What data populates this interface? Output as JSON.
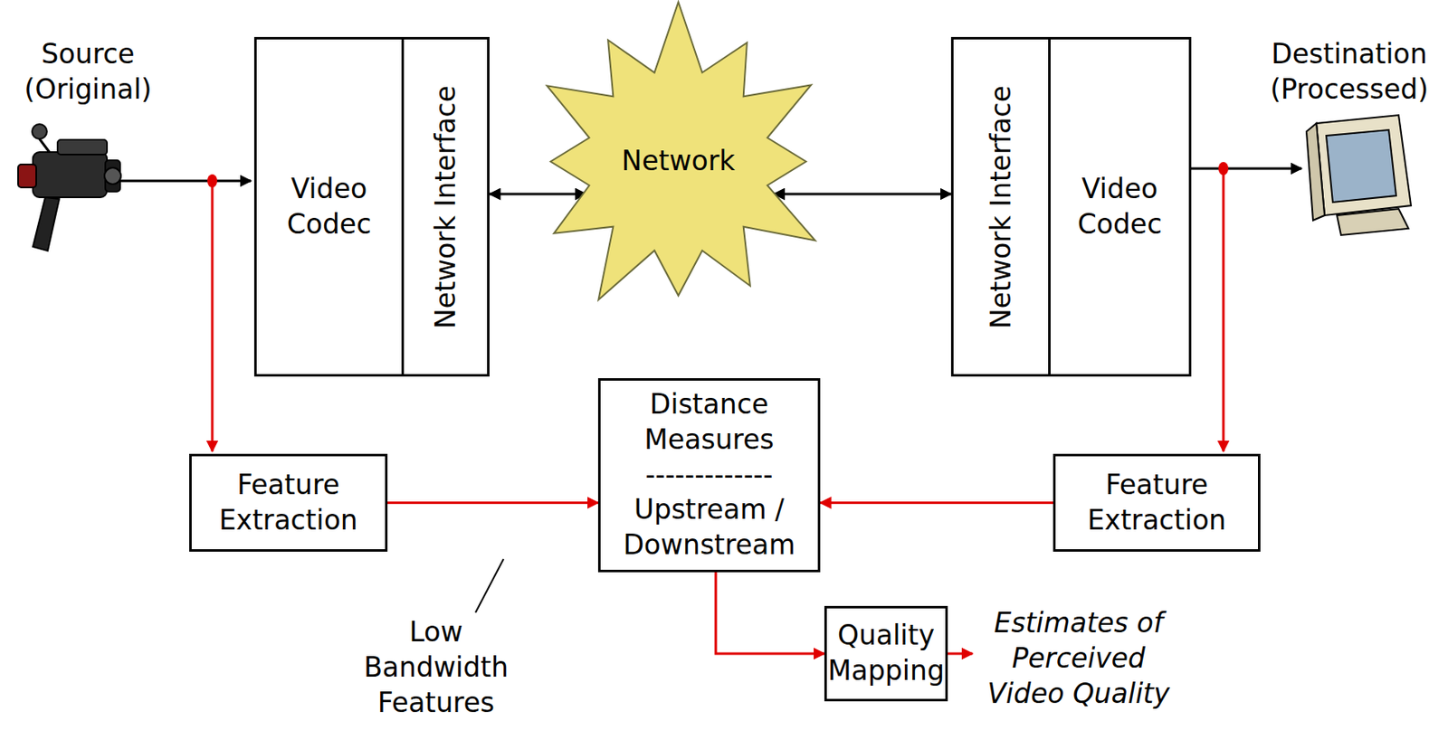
{
  "diagram": {
    "nodes": [
      {
        "text": [
          "Video Codec"
        ]
      },
      {
        "text": [
          "Network Interface"
        ]
      },
      {
        "text": [
          "Network"
        ]
      },
      {
        "text": [
          "Network Interface"
        ]
      },
      {
        "text": [
          "Video Codec"
        ]
      },
      {
        "text": [
          "Feature Extraction"
        ]
      },
      {
        "text": [
          "Distance Measures",
          "-------------",
          "Upstream / Downstream"
        ]
      },
      {
        "text": [
          "Feature Extraction"
        ]
      },
      {
        "text": [
          "Quality Mapping"
        ]
      }
    ],
    "edges": [
      {
        "from": 1,
        "to": 2,
        "arrow": "both"
      },
      {
        "from": 2,
        "to": 3,
        "arrow": "both"
      },
      {
        "from": 5,
        "to": 6,
        "arrow": "to"
      },
      {
        "from": 7,
        "to": 6,
        "arrow": "to"
      },
      {
        "from": 6,
        "to": 8,
        "arrow": "to"
      }
    ],
    "labels": [
      "Source (Original)",
      "Destination (Processed)",
      "Low Bandwidth Features",
      "Estimates of Perceived Video Quality"
    ]
  }
}
